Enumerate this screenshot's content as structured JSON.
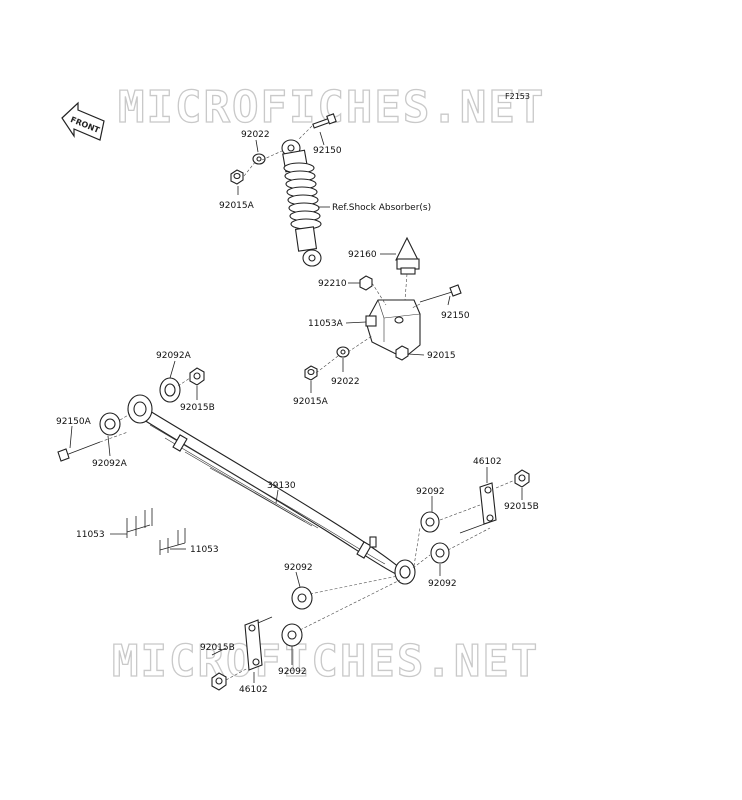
{
  "figure_code": "F2153",
  "watermark": "MICROFICHES.NET",
  "front_label": "FRONT",
  "shock_ref_label": "Ref.Shock Absorber(s)",
  "labels": {
    "p92022_top": "92022",
    "p92150_top": "92150",
    "p92015A_top": "92015A",
    "p92160": "92160",
    "p92210": "92210",
    "p92150_mid": "92150",
    "p11053A": "11053A",
    "p92015_mid": "92015",
    "p92022_mid": "92022",
    "p92015A_mid": "92015A",
    "p92092A_top": "92092A",
    "p92015B_left": "92015B",
    "p92150A": "92150A",
    "p92092A_bot": "92092A",
    "p39130": "39130",
    "p46102_right": "46102",
    "p92092_r1": "92092",
    "p92015B_right": "92015B",
    "p92092_r2": "92092",
    "p11053_a": "11053",
    "p11053_b": "11053",
    "p92092_c": "92092",
    "p92015B_bot": "92015B",
    "p92092_d": "92092",
    "p46102_bot": "46102"
  }
}
